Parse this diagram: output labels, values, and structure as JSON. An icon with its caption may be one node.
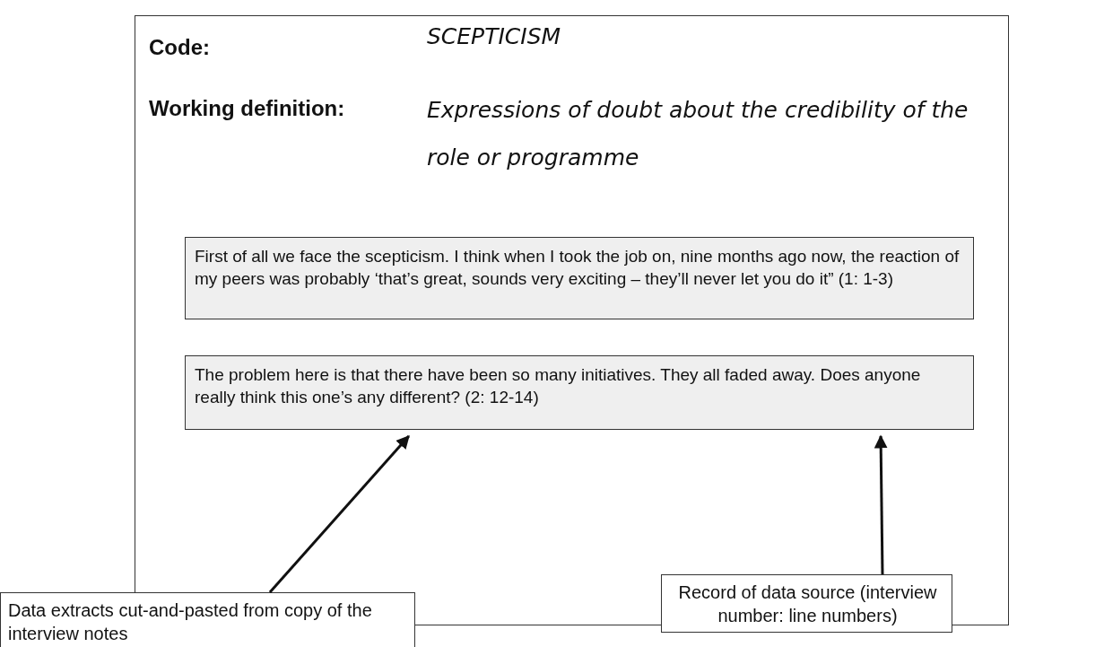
{
  "diagram": {
    "nodes": [
      {
        "text": [
          "Code:",
          "SCEPTICISM",
          "Working definition:",
          "Expressions of doubt about the credibility of the role or programme"
        ]
      },
      {
        "text": [
          "First of all we face the scepticism. I think when I took the job on, nine months ago now, the reaction of my peers was probably ‘that’s great, sounds very exciting – they’ll never let you do it” (1: 1-3)"
        ],
        "in": 0
      },
      {
        "text": [
          "The problem here is that there have been so many initiatives. They all faded away. Does anyone really think this one’s any different? (2: 12-14)"
        ],
        "in": 0
      },
      {
        "text": [
          "Data extracts cut-and-pasted from copy of the interview notes"
        ]
      },
      {
        "text": [
          "Record of data source (interview number: line numbers)"
        ]
      }
    ],
    "edges": [
      {
        "from": 3,
        "to": 2,
        "arrow": "to"
      },
      {
        "from": 4,
        "to": 2,
        "arrow": "to"
      }
    ]
  }
}
